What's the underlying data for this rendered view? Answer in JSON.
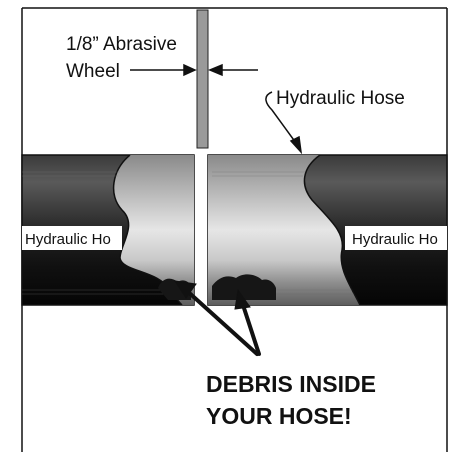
{
  "diagram": {
    "wheel_label_line1": "1/8” Abrasive",
    "wheel_label_line2": "Wheel",
    "hose_label_top": "Hydraulic Hose",
    "hose_label_left": "Hydraulic Ho",
    "hose_label_right": "Hydraulic Ho",
    "debris_line1": "DEBRIS INSIDE",
    "debris_line2": "YOUR HOSE!",
    "colors": {
      "ink": "#111111",
      "wheel_gray": "#9a9a9a",
      "hose_dark": "#1a1a1a",
      "hose_mid": "#6a6a6a",
      "hose_light": "#cfcfcf"
    }
  }
}
